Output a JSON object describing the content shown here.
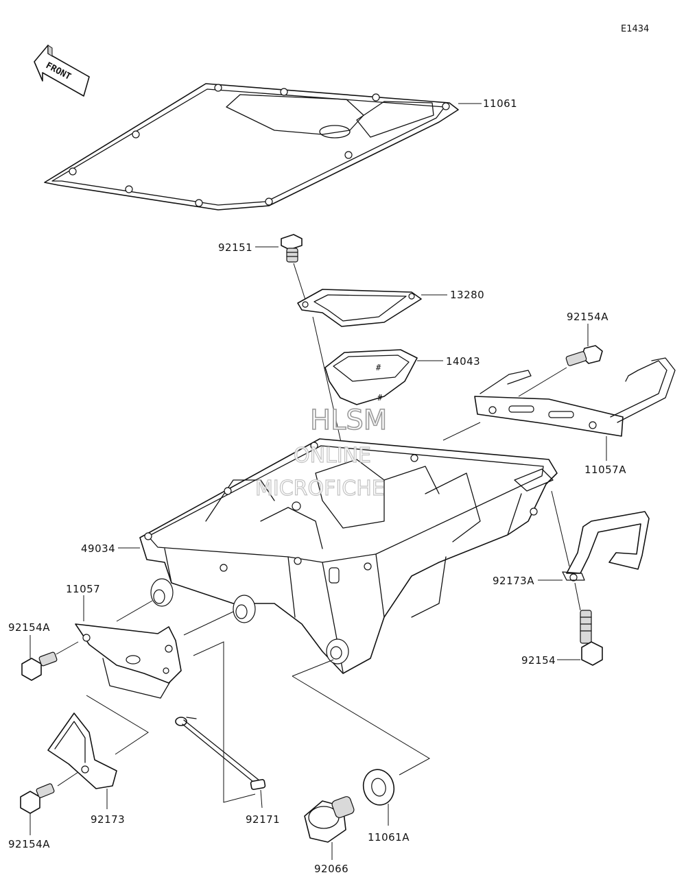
{
  "diagram": {
    "code": "E1434",
    "front_label": "FRONT",
    "watermark": [
      "HLSM",
      "ONLINE",
      "MICROFICHE"
    ],
    "parts": [
      {
        "id": "11061",
        "label": "11061"
      },
      {
        "id": "92151",
        "label": "92151"
      },
      {
        "id": "13280",
        "label": "13280"
      },
      {
        "id": "92154A_top",
        "label": "92154A"
      },
      {
        "id": "14043",
        "label": "14043"
      },
      {
        "id": "11057A",
        "label": "11057A"
      },
      {
        "id": "49034",
        "label": "49034"
      },
      {
        "id": "11057",
        "label": "11057"
      },
      {
        "id": "92154A_left",
        "label": "92154A"
      },
      {
        "id": "92173A",
        "label": "92173A"
      },
      {
        "id": "92154",
        "label": "92154"
      },
      {
        "id": "92173",
        "label": "92173"
      },
      {
        "id": "92171",
        "label": "92171"
      },
      {
        "id": "92154A_bottom",
        "label": "92154A"
      },
      {
        "id": "11061A",
        "label": "11061A"
      },
      {
        "id": "92066",
        "label": "92066"
      }
    ]
  }
}
